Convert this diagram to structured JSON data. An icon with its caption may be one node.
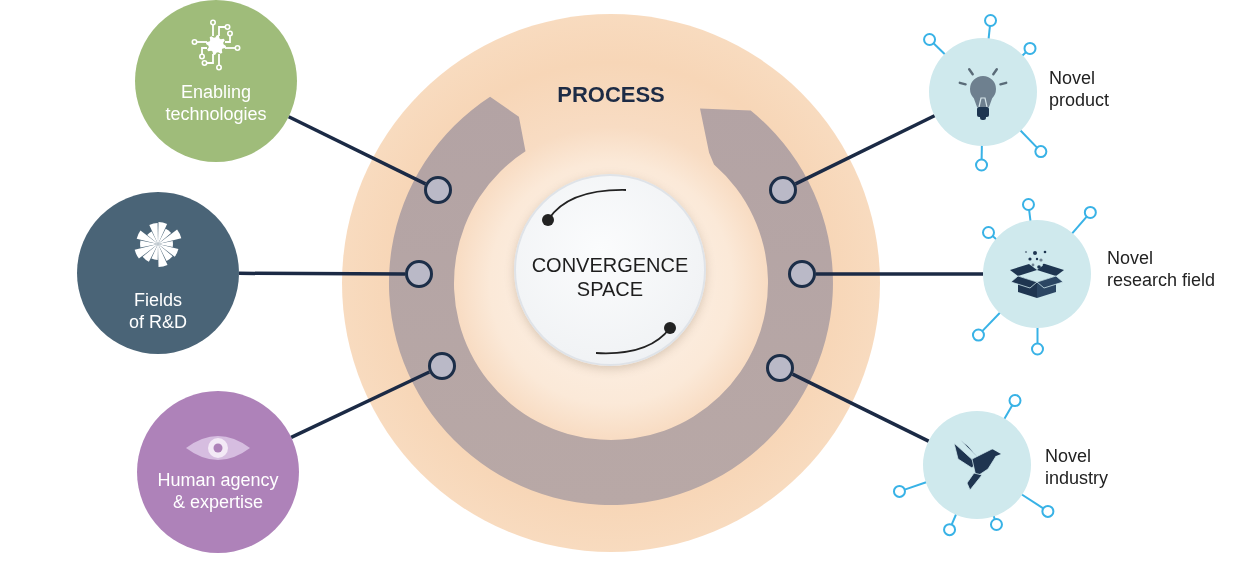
{
  "diagram": {
    "nodes": [
      {
        "text": [
          "Enabling technologies"
        ]
      },
      {
        "text": [
          "Fields of R&D"
        ]
      },
      {
        "text": [
          "Human agency & expertise"
        ]
      },
      {
        "text": [
          "PROCESS"
        ]
      },
      {
        "text": [
          "CONVERGENCE SPACE"
        ],
        "in": 3
      },
      {
        "text": [],
        "shape": "circle",
        "in": 3
      },
      {
        "text": [],
        "shape": "circle",
        "in": 3
      },
      {
        "text": [],
        "shape": "circle",
        "in": 3
      },
      {
        "text": [],
        "shape": "circle",
        "in": 3
      },
      {
        "text": [],
        "shape": "circle",
        "in": 3
      },
      {
        "text": [],
        "shape": "circle",
        "in": 3
      },
      {
        "text": [],
        "shape": "circle",
        "beside": [
          "Novel product"
        ]
      },
      {
        "text": [],
        "shape": "circle",
        "beside": [
          "Novel research field"
        ]
      },
      {
        "text": [],
        "shape": "circle",
        "beside": [
          "Novel industry"
        ]
      }
    ],
    "edges": [
      {
        "from": 0,
        "to": 5,
        "arrow": "none"
      },
      {
        "from": 1,
        "to": 6,
        "arrow": "none"
      },
      {
        "from": 2,
        "to": 7,
        "arrow": "none"
      },
      {
        "from": 8,
        "to": 11,
        "arrow": "none"
      },
      {
        "from": 9,
        "to": 12,
        "arrow": "none"
      },
      {
        "from": 10,
        "to": 13,
        "arrow": "none"
      }
    ]
  }
}
